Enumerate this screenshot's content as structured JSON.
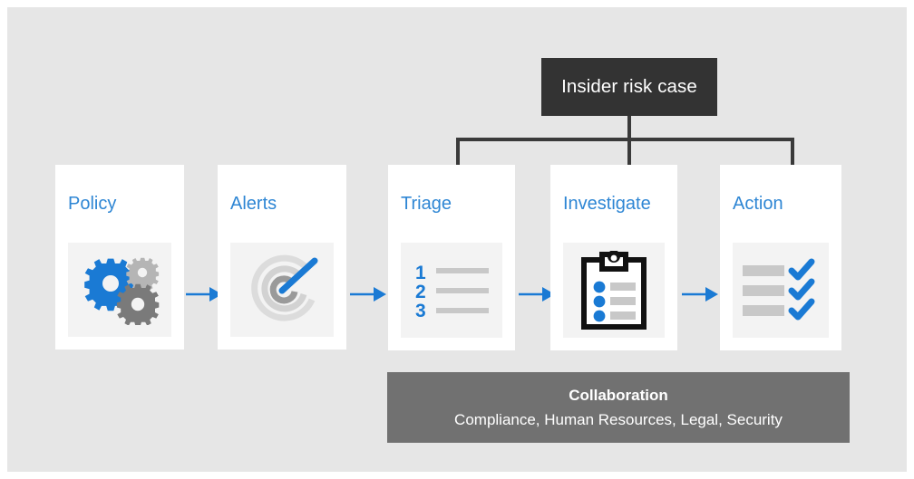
{
  "canvas": {
    "background": "#e6e6e6",
    "page_background": "#ffffff"
  },
  "colors": {
    "accent_blue": "#1a7ad4",
    "title_blue": "#2e86d4",
    "case_box_dark": "#333333",
    "collab_gray": "#717171",
    "icon_panel": "#f3f3f3",
    "bar_gray": "#c8c8c8",
    "gear_gray_dark": "#7a7a7a",
    "gear_gray_light": "#b5b5b5",
    "connector_line": "#3a3a3a"
  },
  "case_box": {
    "label": "Insider risk case"
  },
  "stages": [
    {
      "id": "policy",
      "title": "Policy",
      "icon": "gears-icon"
    },
    {
      "id": "alerts",
      "title": "Alerts",
      "icon": "radar-target-icon"
    },
    {
      "id": "triage",
      "title": "Triage",
      "icon": "numbered-list-icon",
      "icon_numbers": [
        "1",
        "2",
        "3"
      ]
    },
    {
      "id": "investigate",
      "title": "Investigate",
      "icon": "clipboard-checklist-icon"
    },
    {
      "id": "action",
      "title": "Action",
      "icon": "checkmark-list-icon"
    }
  ],
  "arrows": [
    {
      "from": "policy",
      "to": "alerts",
      "icon": "arrow-right-icon"
    },
    {
      "from": "alerts",
      "to": "triage",
      "icon": "arrow-right-icon"
    },
    {
      "from": "triage",
      "to": "investigate",
      "icon": "arrow-right-icon"
    },
    {
      "from": "investigate",
      "to": "action",
      "icon": "arrow-right-icon"
    }
  ],
  "collaboration": {
    "title": "Collaboration",
    "subtitle": "Compliance, Human Resources, Legal, Security"
  },
  "connector": {
    "description": "bracket linking Insider risk case to Triage, Investigate and Action",
    "branches": [
      "triage",
      "investigate",
      "action"
    ]
  }
}
